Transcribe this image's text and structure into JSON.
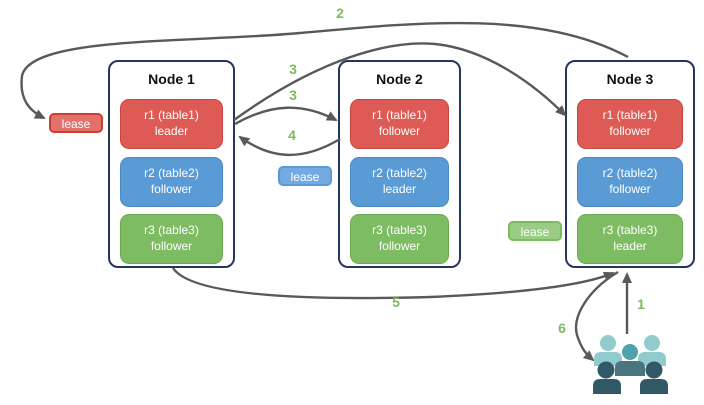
{
  "nodes": [
    {
      "title": "Node 1",
      "replicas": [
        {
          "name": "r1 (table1)",
          "role": "leader",
          "color": "red"
        },
        {
          "name": "r2 (table2)",
          "role": "follower",
          "color": "blue"
        },
        {
          "name": "r3 (table3)",
          "role": "follower",
          "color": "green"
        }
      ]
    },
    {
      "title": "Node 2",
      "replicas": [
        {
          "name": "r1 (table1)",
          "role": "follower",
          "color": "red"
        },
        {
          "name": "r2 (table2)",
          "role": "leader",
          "color": "blue"
        },
        {
          "name": "r3 (table3)",
          "role": "follower",
          "color": "green"
        }
      ]
    },
    {
      "title": "Node 3",
      "replicas": [
        {
          "name": "r1 (table1)",
          "role": "follower",
          "color": "red"
        },
        {
          "name": "r2 (table2)",
          "role": "follower",
          "color": "blue"
        },
        {
          "name": "r3 (table3)",
          "role": "leader",
          "color": "green"
        }
      ]
    }
  ],
  "leases": [
    {
      "label": "lease",
      "color": "red"
    },
    {
      "label": "lease",
      "color": "blue"
    },
    {
      "label": "lease",
      "color": "green"
    }
  ],
  "steps": {
    "s1": "1",
    "s2": "2",
    "s3a": "3",
    "s3b": "3",
    "s4": "4",
    "s5": "5",
    "s6": "6"
  },
  "colors": {
    "replica_red": "#DE5B55",
    "replica_blue": "#5B9BD5",
    "replica_green": "#7EBC63",
    "node_border": "#24365C",
    "arrow": "#595959",
    "step_label": "#7CBB5E",
    "users_light_teal": "#92CBCE",
    "users_mid_teal": "#4FA3A9",
    "users_dark_slate": "#2F5965"
  }
}
